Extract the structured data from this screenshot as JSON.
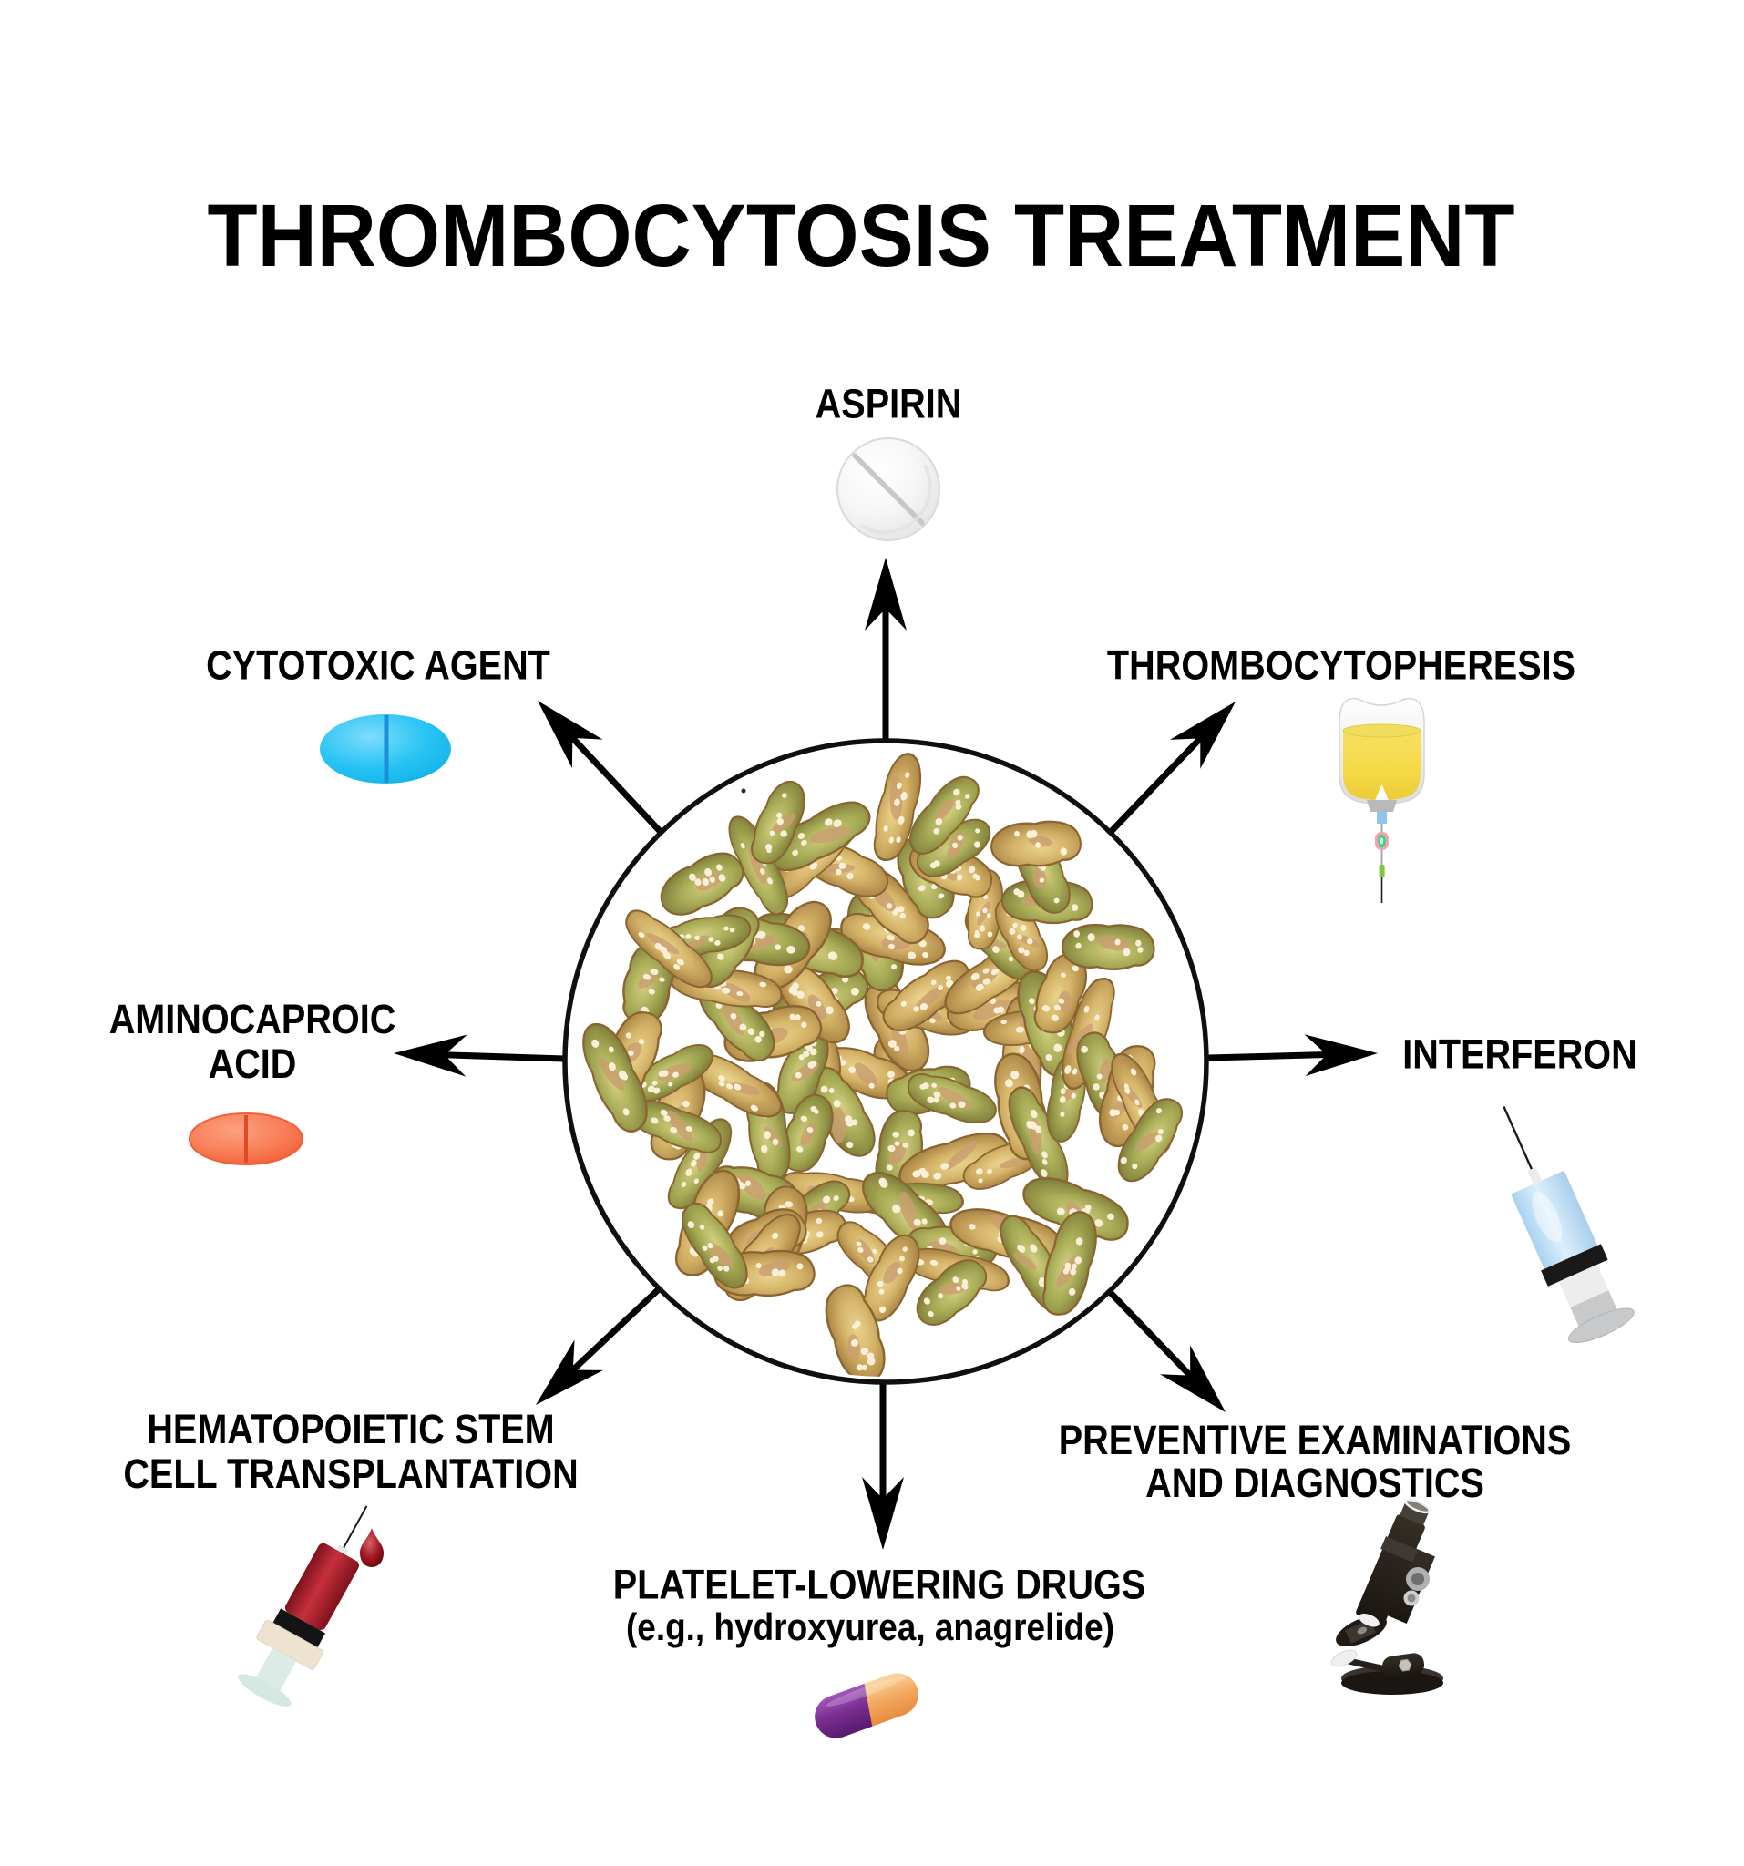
{
  "title": "THROMBOCYTOSIS TREATMENT",
  "treatments": {
    "aspirin": {
      "label": "ASPIRIN",
      "icon": "round-tablet-icon"
    },
    "cytotoxic_agent": {
      "label": "CYTOTOXIC AGENT",
      "icon": "oval-pill-blue-icon"
    },
    "thrombocytopheresis": {
      "label": "THROMBOCYTOPHERESIS",
      "icon": "iv-bag-icon"
    },
    "aminocaproic_acid": {
      "line1": "AMINOCAPROIC",
      "line2": "ACID",
      "icon": "oval-pill-orange-icon"
    },
    "interferon": {
      "label": "INTERFERON",
      "icon": "syringe-icon"
    },
    "hematopoietic_sct": {
      "line1": "HEMATOPOIETIC STEM",
      "line2": "CELL TRANSPLANTATION",
      "icon": "blood-syringe-icon"
    },
    "platelet_lowering_drugs": {
      "label": "PLATELET-LOWERING DRUGS",
      "sub": "(e.g., hydroxyurea, anagrelide)",
      "icon": "capsule-icon"
    },
    "preventive_examinations": {
      "line1": "PREVENTIVE EXAMINATIONS",
      "line2": "AND DIAGNOSTICS",
      "icon": "microscope-icon"
    }
  },
  "center_circle": {
    "content": "platelets",
    "platelet_count": 92,
    "colors": {
      "tan": "#D4B368",
      "olive": "#A9AD57",
      "rim": "#8A6530",
      "dots": "#F8EFD6",
      "blotch": "#C99D6F",
      "outline": "#0F0F0F"
    }
  },
  "colors": {
    "background": "#FFFFFF",
    "text": "#000000",
    "arrow": "#000000",
    "aspirin_tablet": "#F2F2F2",
    "cytotoxic_pill": "#29C4F4",
    "aminocaproic_pill": "#F97E57",
    "capsule_purple": "#7A2E91",
    "capsule_orange": "#F3A95F",
    "iv_bag_fluid": "#F5D945",
    "interferon_barrel": "#C9E2F7",
    "blood_syringe_barrel": "#A31722",
    "microscope_body": "#241E18"
  }
}
